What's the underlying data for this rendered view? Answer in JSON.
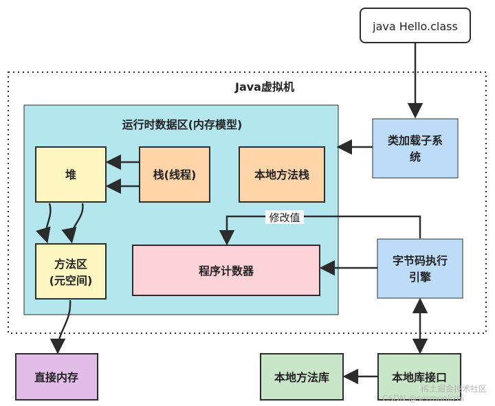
{
  "diagram": {
    "input_file": "java Hello.class",
    "jvm_title": "Java虚拟机",
    "runtime_area_title": "运行时数据区(内存模型)",
    "heap": "堆",
    "stack": "栈(线程)",
    "native_method_stack": "本地方法栈",
    "method_area_line1": "方法区",
    "method_area_line2": "(元空间)",
    "program_counter": "程序计数器",
    "class_loader_line1": "类加载子系",
    "class_loader_line2": "统",
    "execution_engine_line1": "字节码执行",
    "execution_engine_line2": "引擎",
    "modify_value_label": "修改值",
    "direct_memory": "直接内存",
    "native_library": "本地方法库",
    "native_interface": "本地库接口"
  },
  "watermark": {
    "line1": "稀土掘金技术社区",
    "line2": "CSDN @sermonlizhi"
  },
  "colors": {
    "runtime_area": "#b4e6ee",
    "heap": "#fef6c0",
    "stack": "#fdd5a8",
    "method_area": "#fef6c0",
    "program_counter": "#fdd3d8",
    "class_loader": "#bddcfa",
    "execution_engine": "#bddcfa",
    "direct_memory": "#e1bde8",
    "native_library": "#cae6c8",
    "native_interface": "#cae6c8"
  }
}
